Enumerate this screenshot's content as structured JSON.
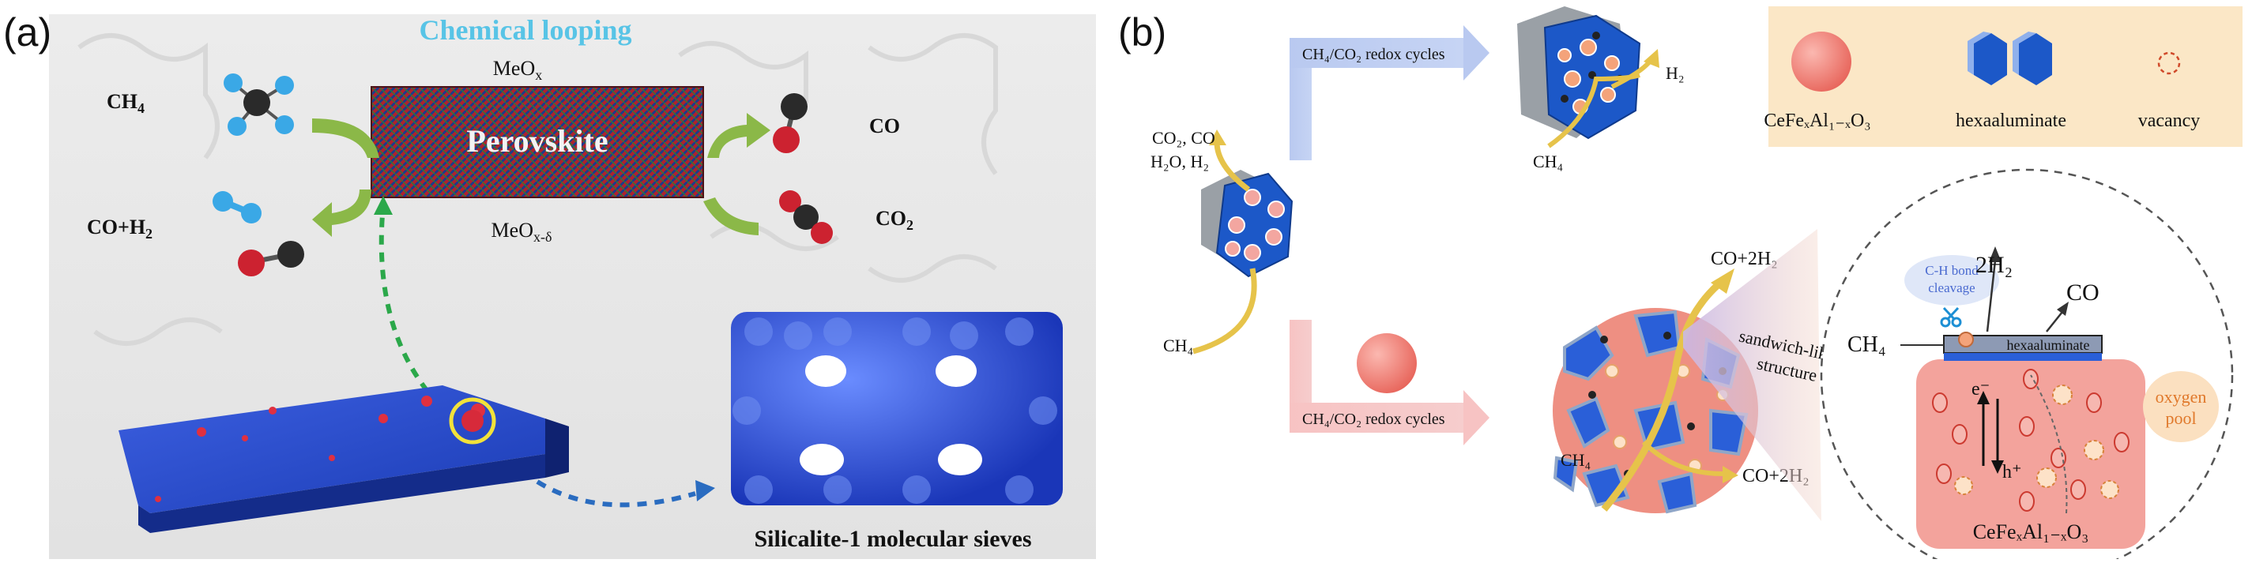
{
  "panel_a": {
    "label": "(a)",
    "title": "Chemical looping",
    "meox_top": "MeO",
    "meox_top_sub": "x",
    "perovskite": "Perovskite",
    "meox_bottom": "MeO",
    "meox_bottom_sub": "x-δ",
    "ch4": "CH",
    "ch4_sub": "4",
    "coh2": "CO+H",
    "coh2_sub": "2",
    "co": "CO",
    "co2": "CO",
    "co2_sub": "2",
    "sieve_caption": "Silicalite-1 molecular sieves"
  },
  "panel_b": {
    "label": "(b)",
    "top_arrow_label": "CH₄/CO₂  redox cycles",
    "bottom_arrow_label": "CH₄/CO₂  redox cycles",
    "left_products_1": "CO₂, CO",
    "left_products_2": "H₂O, H₂",
    "left_ch4": "CH₄",
    "top_h2": "H₂",
    "top_ch4": "CH₄",
    "legend_1": "CeFeₓAl₁₋ₓO₃",
    "legend_2": "hexaaluminate",
    "legend_3": "vacancy",
    "co2h2_top": "CO+2H₂",
    "co2h2_bottom": "CO+2H₂",
    "bottom_ch4": "CH₄",
    "sandwich_1": "sandwich-like",
    "sandwich_2": "structure",
    "zoom_2h2": "2H₂",
    "zoom_co": "CO",
    "zoom_ch_1": "C-H bond",
    "zoom_ch_2": "cleavage",
    "zoom_ch4": "CH₄",
    "zoom_hexa": "hexaaluminate",
    "zoom_e": "e⁻",
    "zoom_h": "h⁺",
    "zoom_oxygen_1": "oxygen",
    "zoom_oxygen_2": "pool",
    "zoom_formula": "CeFeₓAl₁₋ₓO₃"
  }
}
